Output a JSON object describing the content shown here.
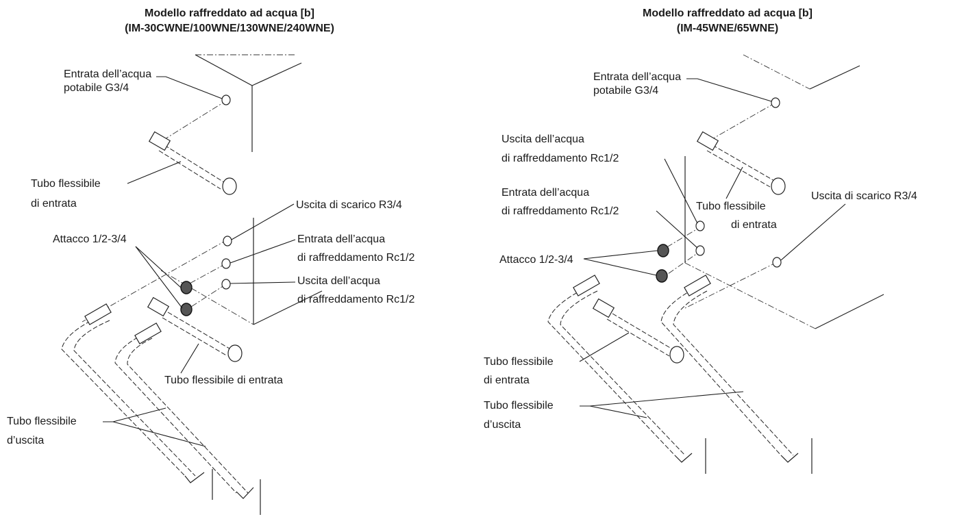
{
  "left": {
    "title_line1": "Modello raffreddato ad acqua [b]",
    "title_line2": "(IM-30CWNE/100WNE/130WNE/240WNE)",
    "labels": {
      "potable_inlet_1": "Entrata dell’acqua",
      "potable_inlet_2": "potabile G3/4",
      "inlet_hose_1": "Tubo flessibile",
      "inlet_hose_2": "di entrata",
      "drain_outlet": "Uscita di scarico R3/4",
      "cooling_inlet_1": "Entrata dell’acqua",
      "cooling_inlet_2": "di raffreddamento Rc1/2",
      "cooling_outlet_1": "Uscita dell’acqua",
      "cooling_outlet_2": "di raffreddamento Rc1/2",
      "adapter": "Attacco 1/2-3/4",
      "inlet_hose_bottom": "Tubo flessibile di entrata",
      "outlet_hose_1": "Tubo flessibile",
      "outlet_hose_2": "d’uscita"
    }
  },
  "right": {
    "title_line1": "Modello raffreddato ad acqua [b]",
    "title_line2": "(IM-45WNE/65WNE)",
    "labels": {
      "potable_inlet_1": "Entrata dell’acqua",
      "potable_inlet_2": "potabile G3/4",
      "cooling_outlet_1": "Uscita dell’acqua",
      "cooling_outlet_2": "di raffreddamento Rc1/2",
      "cooling_inlet_1": "Entrata dell’acqua",
      "cooling_inlet_2": "di raffreddamento Rc1/2",
      "inlet_hose_mid_1": "Tubo flessibile",
      "inlet_hose_mid_2": "di entrata",
      "drain_outlet": "Uscita di scarico R3/4",
      "adapter": "Attacco 1/2-3/4",
      "inlet_hose_1": "Tubo flessibile",
      "inlet_hose_2": "di entrata",
      "outlet_hose_1": "Tubo flessibile",
      "outlet_hose_2": "d’uscita"
    }
  }
}
